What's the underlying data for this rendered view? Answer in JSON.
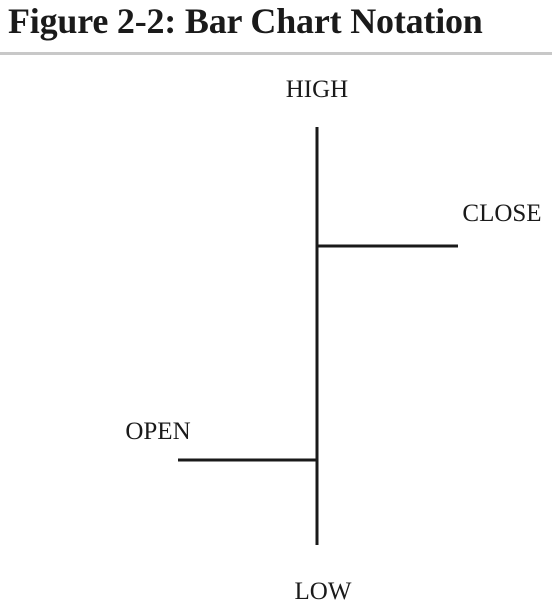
{
  "figure": {
    "title": "Figure 2-2: Bar Chart Notation"
  },
  "diagram": {
    "labels": {
      "high": "HIGH",
      "close": "CLOSE",
      "open": "OPEN",
      "low": "LOW"
    },
    "colors": {
      "ink": "#1a1a1a",
      "rule": "#c8c8c8"
    }
  }
}
